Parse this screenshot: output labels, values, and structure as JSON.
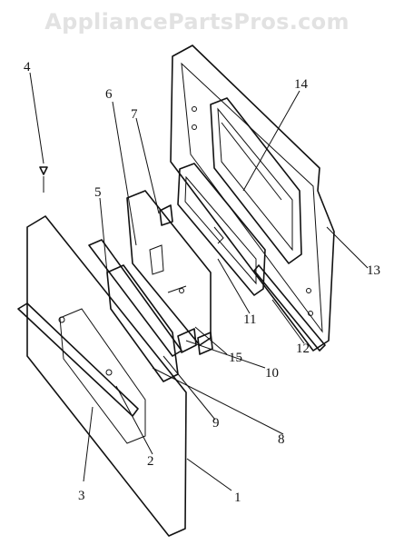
{
  "watermark": "AppliancePartsPros.com",
  "callouts": [
    "4",
    "6",
    "7",
    "5",
    "14",
    "13",
    "11",
    "12",
    "15",
    "10",
    "9",
    "8",
    "2",
    "3",
    "1"
  ]
}
